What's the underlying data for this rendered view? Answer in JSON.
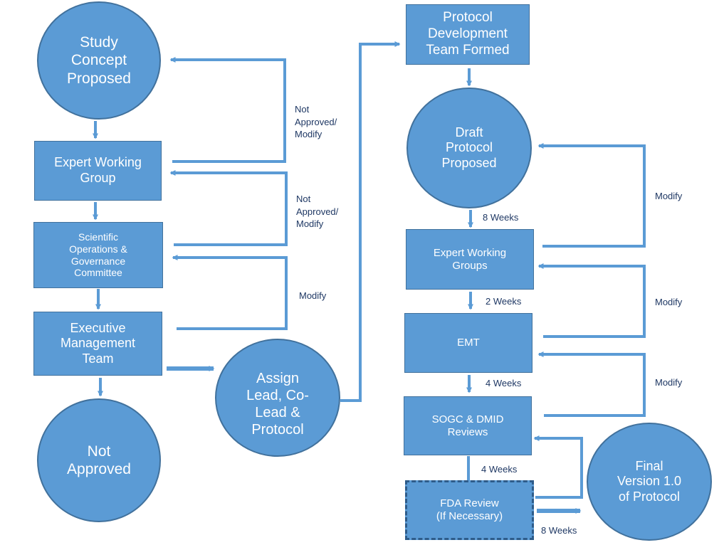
{
  "colors": {
    "fill": "#5b9bd5",
    "stroke": "#41719c",
    "connector": "#5b9bd5",
    "label_text": "#1f3864",
    "node_text": "#ffffff"
  },
  "nodes": {
    "study_concept": "Study\nConcept\nProposed",
    "expert_working_group": "Expert Working\nGroup",
    "sogc": "Scientific\nOperations &\nGovernance\nCommittee",
    "emt_main": "Executive\nManagement\nTeam",
    "not_approved": "Not\nApproved",
    "assign_lead": "Assign\nLead, Co-\nLead &\nProtocol",
    "protocol_team": "Protocol\nDevelopment\nTeam Formed",
    "draft_protocol": "Draft\nProtocol\nProposed",
    "expert_working_groups": "Expert Working\nGroups",
    "emt": "EMT",
    "sogc_dmid": "SOGC & DMID\nReviews",
    "fda_review": "FDA Review\n(If Necessary)",
    "final_version": "Final\nVersion 1.0\nof Protocol"
  },
  "labels": {
    "not_approved_modify_1": "Not\nApproved/\nModify",
    "not_approved_modify_2": "Not\nApproved/\nModify",
    "modify_left": "Modify",
    "modify_r1": "Modify",
    "modify_r2": "Modify",
    "modify_r3": "Modify",
    "weeks_8_a": "8 Weeks",
    "weeks_2": "2 Weeks",
    "weeks_4_a": "4 Weeks",
    "weeks_4_b": "4 Weeks",
    "weeks_8_b": "8 Weeks"
  }
}
